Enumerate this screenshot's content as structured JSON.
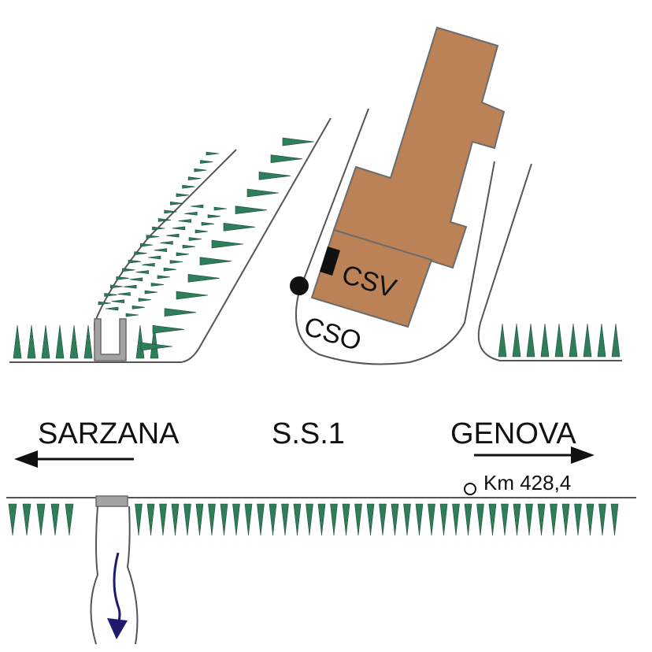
{
  "labels": {
    "sarzana": "SARZANA",
    "road": "S.S.1",
    "genova": "GENOVA",
    "km": "Km 428,4",
    "csv": "CSV",
    "cso": "CSO"
  },
  "colors": {
    "building": "#bb8257",
    "building_outline": "#6b6b6b",
    "vegetation": "#2e7d5b",
    "road_line": "#555555",
    "culvert": "#a3a3a3",
    "stream_arrow": "#1f1a6e",
    "arrow": "#111111"
  },
  "icons": {
    "sampling_point": "black-dot-icon",
    "km_marker": "hollow-circle-icon",
    "flow": "arrow-down-icon"
  }
}
